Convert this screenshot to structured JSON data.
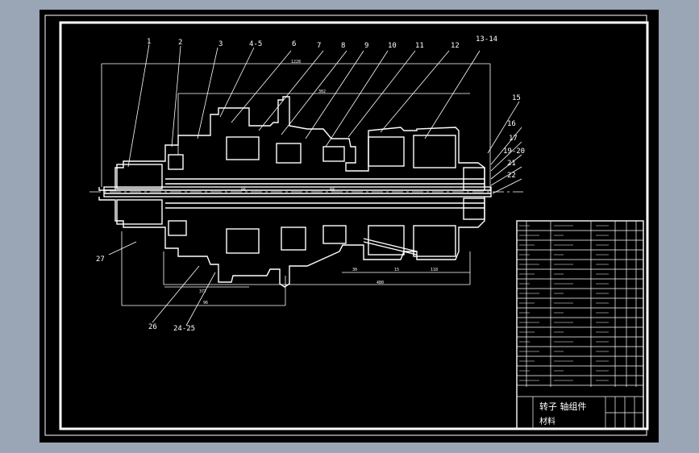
{
  "viewport": {
    "background": "#000000",
    "app_background": "#9aa5b6",
    "line_color": "#ffffff"
  },
  "balloons": [
    "1",
    "2",
    "3",
    "4-5",
    "6",
    "7",
    "8",
    "9",
    "10",
    "11",
    "12",
    "13-14",
    "15",
    "16",
    "17",
    "19-20",
    "21",
    "22",
    "27",
    "26",
    "24-25"
  ],
  "dimensions": [
    "1228",
    "302",
    "96",
    "88",
    "30",
    "15",
    "118",
    "480",
    "377",
    "96"
  ],
  "title_block": {
    "drawing_name": "转子 轴组件",
    "material_label": "材料"
  }
}
